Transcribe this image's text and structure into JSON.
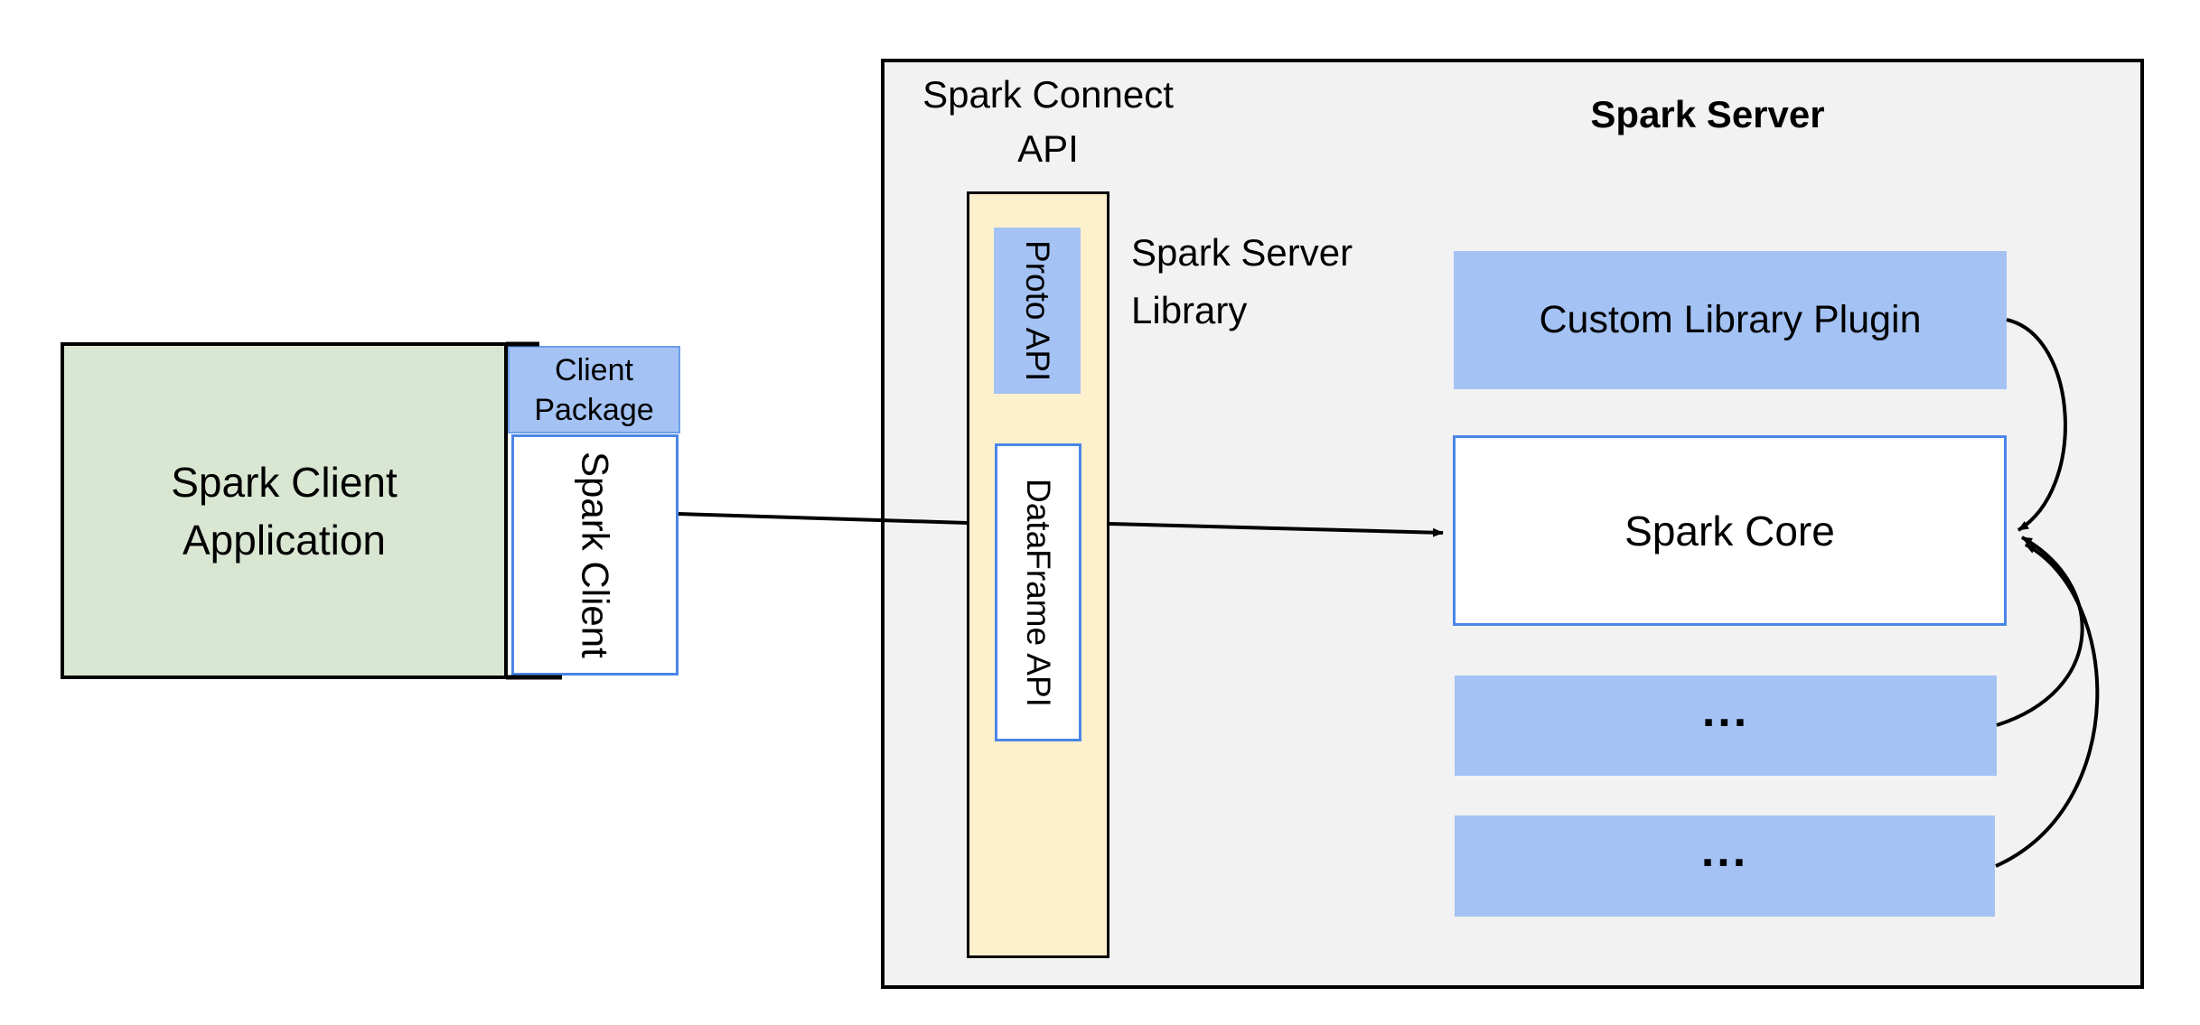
{
  "colors": {
    "green_fill": "#d9e7d2",
    "blue_fill": "#a4c2f4",
    "yellow_fill": "#fdf0cd",
    "gray_fill": "#f2f2f2",
    "blue_border": "#4a86e8",
    "arrow_black": "#000000"
  },
  "client": {
    "application": {
      "line1": "Spark Client",
      "line2": "Application"
    },
    "package": {
      "line1": "Client",
      "line2": "Package"
    },
    "spark_client_label": "Spark Client"
  },
  "connect": {
    "api_label": {
      "line1": "Spark Connect",
      "line2": "API"
    },
    "proto_api_label": "Proto API",
    "dataframe_api_label": "DataFrame API",
    "server_library_label": {
      "line1": "Spark Server",
      "line2": "Library"
    }
  },
  "server": {
    "title": "Spark Server",
    "custom_plugin_label": "Custom Library Plugin",
    "spark_core_label": "Spark Core",
    "plugin_placeholder_1": "...",
    "plugin_placeholder_2": "..."
  }
}
